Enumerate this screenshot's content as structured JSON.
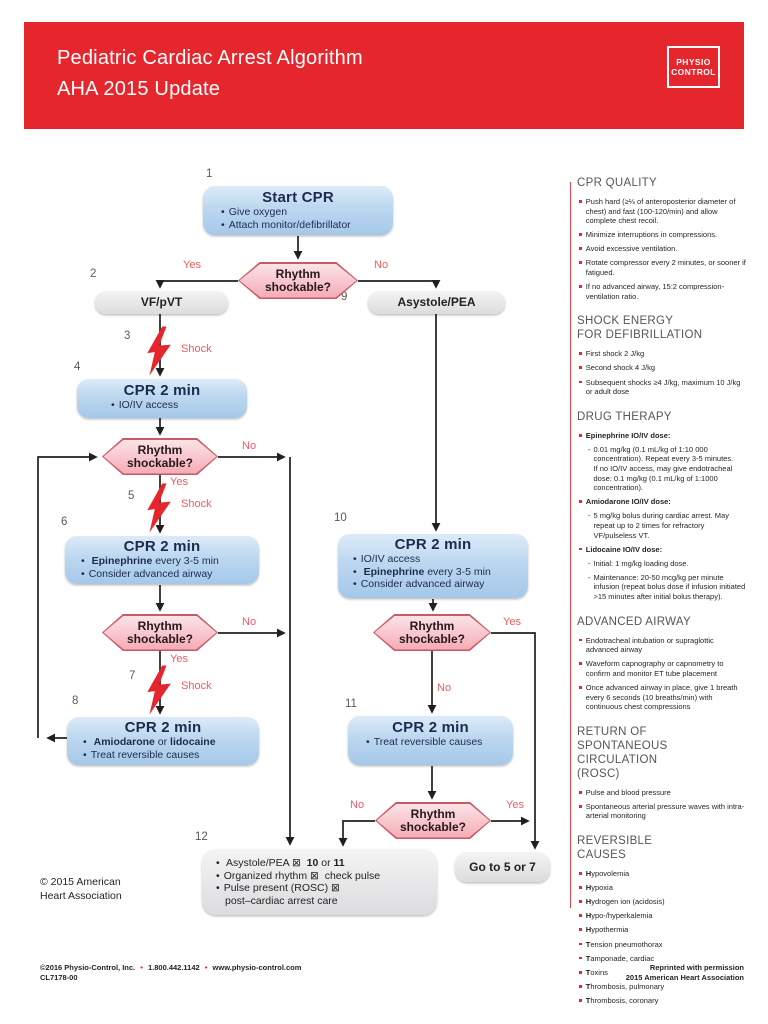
{
  "header": {
    "title_line1": "Pediatric Cardiac Arrest Algorithm",
    "title_line2": "AHA 2015 Update",
    "logo": {
      "line1": "PHYSIO",
      "line2": "CONTROL"
    }
  },
  "flowchart": {
    "decision_text": {
      "line1": "Rhythm",
      "line2": "shockable?"
    },
    "labels": {
      "yes": "Yes",
      "no": "No",
      "shock": "Shock"
    },
    "nodes": {
      "n1": {
        "num": "1",
        "title": "Start CPR",
        "bullets": [
          "Give oxygen",
          "Attach monitor/defibrillator"
        ]
      },
      "n2": {
        "num": "2",
        "title": "VF/pVT"
      },
      "n9": {
        "num": "9",
        "title": "Asystole/PEA"
      },
      "n3": {
        "num": "3"
      },
      "n4": {
        "num": "4",
        "title": "CPR 2 min",
        "b1": "IO/IV access"
      },
      "n5": {
        "num": "5"
      },
      "n6": {
        "num": "6",
        "title": "CPR 2 min",
        "b1_bold": "Epinephrine",
        "b1_rest": " every 3-5 min",
        "b2": "Consider advanced airway"
      },
      "n7": {
        "num": "7"
      },
      "n8": {
        "num": "8",
        "title": "CPR 2 min",
        "b1_bold1": "Amiodarone",
        "b1_mid": " or ",
        "b1_bold2": "lidocaine",
        "b2": "Treat reversible causes"
      },
      "n10": {
        "num": "10",
        "title": "CPR 2 min",
        "b1": "IO/IV access",
        "b2_bold": "Epinephrine",
        "b2_rest": " every 3-5 min",
        "b3": "Consider advanced airway"
      },
      "n11": {
        "num": "11",
        "title": "CPR 2 min",
        "b1": "Treat reversible causes"
      },
      "n12": {
        "num": "12",
        "b1_pre": "Asystole/PEA ⊠  ",
        "b1_bold1": "10",
        "b1_mid": " or ",
        "b1_bold2": "11",
        "b2": "Organized rhythm ⊠  check pulse",
        "b3": "Pulse present (ROSC) ⊠",
        "b3_cont": "post–cardiac arrest care"
      },
      "goto": {
        "title": "Go to 5 or 7"
      }
    },
    "copyright": {
      "line1": "© 2015 American",
      "line2": "Heart Association"
    }
  },
  "sidebar": {
    "sections": [
      {
        "title": "CPR QUALITY",
        "items": [
          {
            "text": "Push hard (≥⅓ of anteroposterior diameter of chest) and fast (100-120/min) and allow complete chest recoil."
          },
          {
            "text": "Minimize interruptions in compressions."
          },
          {
            "text": "Avoid excessive ventilation."
          },
          {
            "text": "Rotate compressor every 2 minutes, or sooner if fatigued."
          },
          {
            "text": "If no advanced airway, 15:2 compression-ventilation ratio."
          }
        ]
      },
      {
        "title": "SHOCK ENERGY\nFOR DEFIBRILLATION",
        "items": [
          {
            "text": "First shock 2 J/kg"
          },
          {
            "text": "Second shock 4 J/kg"
          },
          {
            "text": "Subsequent shocks ≥4 J/kg, maximum 10 J/kg or adult dose"
          }
        ]
      },
      {
        "title": "DRUG THERAPY",
        "items": [
          {
            "bold": "Epinephrine IO/IV dose:",
            "subs": [
              "0.01 mg/kg (0.1 mL/kg of 1:10 000 concentration). Repeat every 3-5 minutes.\nIf no IO/IV access, may give endotracheal dose: 0.1 mg/kg (0.1 mL/kg of 1:1000 concentration)."
            ]
          },
          {
            "bold": "Amiodarone IO/IV dose:",
            "subs": [
              "5 mg/kg bolus during cardiac arrest. May repeat up to 2 times for refractory VF/pulseless VT."
            ]
          },
          {
            "bold": "Lidocaine IO/IV dose:",
            "subs": [
              "Initial: 1 mg/kg loading dose.",
              "Maintenance: 20-50 mcg/kg per minute infusion (repeat bolus dose if infusion initiated >15 minutes after initial bolus therapy)."
            ]
          }
        ]
      },
      {
        "title": "ADVANCED AIRWAY",
        "items": [
          {
            "text": "Endotracheal intubation or supraglottic advanced airway"
          },
          {
            "text": "Waveform capnography or capnometry to confirm and monitor ET tube placement"
          },
          {
            "text": "Once advanced airway in place, give 1 breath every 6 seconds (10 breaths/min) with continuous chest compressions"
          }
        ]
      },
      {
        "title": "RETURN OF\nSPONTANEOUS\nCIRCULATION\n(ROSC)",
        "items": [
          {
            "text": "Pulse and blood pressure"
          },
          {
            "text": "Spontaneous arterial pressure waves with intra-arterial monitoring"
          }
        ]
      },
      {
        "title": "REVERSIBLE\nCAUSES",
        "items": [
          {
            "bold": "H",
            "text": "ypovolemia"
          },
          {
            "bold": "H",
            "text": "ypoxia"
          },
          {
            "bold": "H",
            "text": "ydrogen ion (acidosis)"
          },
          {
            "bold": "H",
            "text": "ypo-/hyperkalemia"
          },
          {
            "bold": "H",
            "text": "ypothermia"
          },
          {
            "bold": "T",
            "text": "ension pneumothorax"
          },
          {
            "bold": "T",
            "text": "amponade, cardiac"
          },
          {
            "bold": "T",
            "text": "oxins"
          },
          {
            "bold": "T",
            "text": "hrombosis, pulmonary"
          },
          {
            "bold": "T",
            "text": "hrombosis, coronary"
          }
        ]
      }
    ]
  },
  "footer": {
    "left_line1_parts": [
      "©2016 Physio-Control, Inc.",
      "1.800.442.1142",
      "www.physio-control.com"
    ],
    "separator": "•",
    "left_line2": "CL7178-00",
    "right_line1": "Reprinted with  permission",
    "right_line2": "2015 American Heart  Association"
  },
  "colors": {
    "banner_red": "#E5262C",
    "label_red": "#F15B60",
    "hexagon_border": "#C75A66",
    "blue_box_text": "#1D2B50",
    "number_gray": "#595A5C",
    "arrow_black": "#231F20"
  }
}
